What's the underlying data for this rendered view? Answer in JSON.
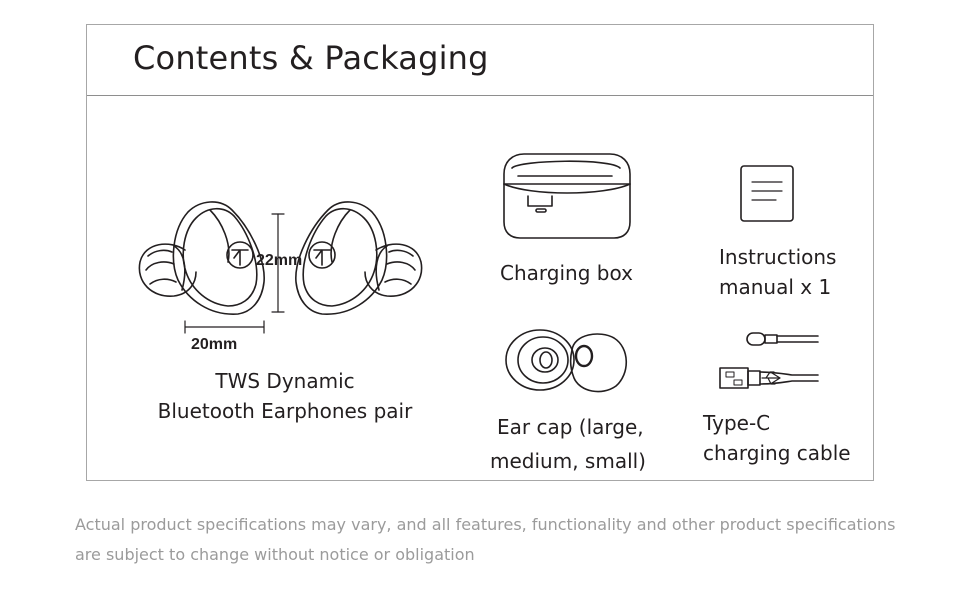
{
  "title": "Contents & Packaging",
  "items": {
    "earphones": {
      "dim_height": "22mm",
      "dim_width": "20mm",
      "label_line1": "TWS Dynamic",
      "label_line2": "Bluetooth Earphones pair"
    },
    "charging_box": {
      "label": "Charging box"
    },
    "manual": {
      "label_line1": "Instructions",
      "label_line2": "manual x 1"
    },
    "ear_caps": {
      "label_line1": "Ear cap (large,",
      "label_line2": "medium, small)"
    },
    "cable": {
      "label_line1": "Type-C",
      "label_line2": "charging cable"
    }
  },
  "disclaimer": {
    "line1": "Actual product specifications may vary, and all features, functionality and other product specifications",
    "line2": "are subject to change without notice or obligation"
  },
  "icons": [
    "earphones-icon",
    "charging-box-icon",
    "manual-icon",
    "ear-cap-icon",
    "usb-c-cable-icon"
  ]
}
